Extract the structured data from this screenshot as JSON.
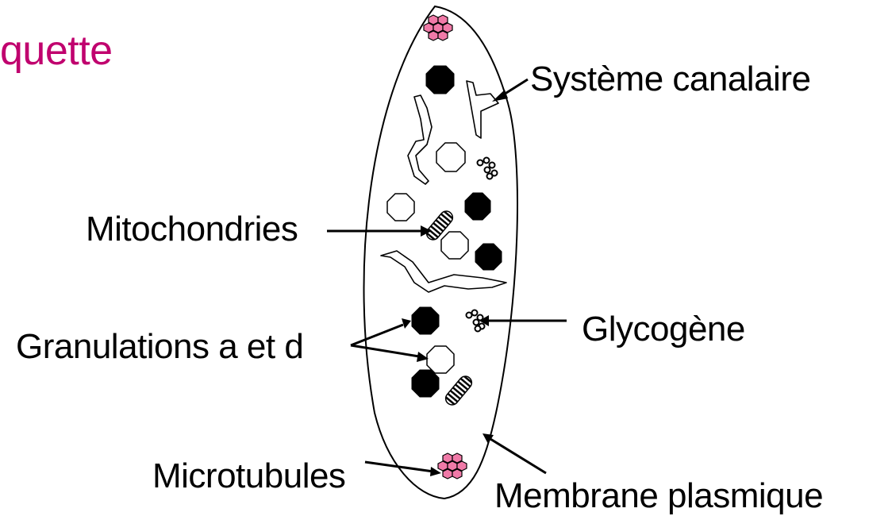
{
  "title": "quette",
  "labels": {
    "systeme_canalaire": "Système canalaire",
    "mitochondries": "Mitochondries",
    "glycogene": "Glycogène",
    "granulations": "Granulations a et d",
    "microtubules": "Microtubules",
    "membrane_plasmique": "Membrane plasmique"
  },
  "colors": {
    "title": "#c0006e",
    "microtubule_fill": "#f07aa8",
    "ink": "#000000"
  }
}
